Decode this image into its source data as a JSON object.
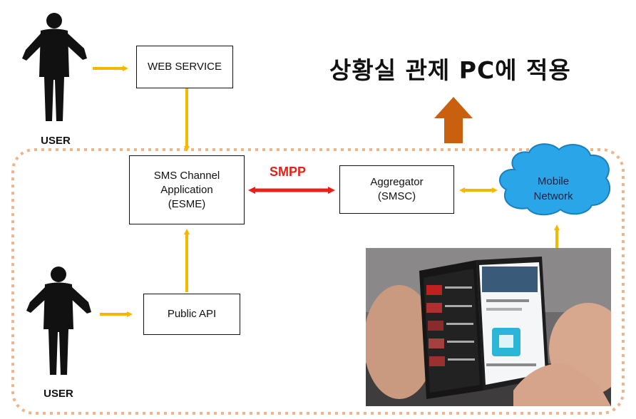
{
  "title": "상황실 관제 PC에 적용",
  "users": [
    {
      "label": "USER"
    },
    {
      "label": "USER"
    }
  ],
  "boxes": {
    "web_service": {
      "label": "WEB SERVICE"
    },
    "sms_channel": {
      "line1": "SMS Channel",
      "line2": "Application",
      "line3": "(ESME)"
    },
    "public_api": {
      "label": "Public API"
    },
    "aggregator": {
      "line1": "Aggregator",
      "line2": "(SMSC)"
    }
  },
  "protocol_label": "SMPP",
  "cloud": {
    "line1": "Mobile",
    "line2": "Network"
  },
  "colors": {
    "arrow_yellow": "#f5b800",
    "arrow_red": "#e8201a",
    "arrow_orange": "#c8600f",
    "dotted_border": "#f0b48a",
    "cloud_fill": "#2aa6e8"
  }
}
